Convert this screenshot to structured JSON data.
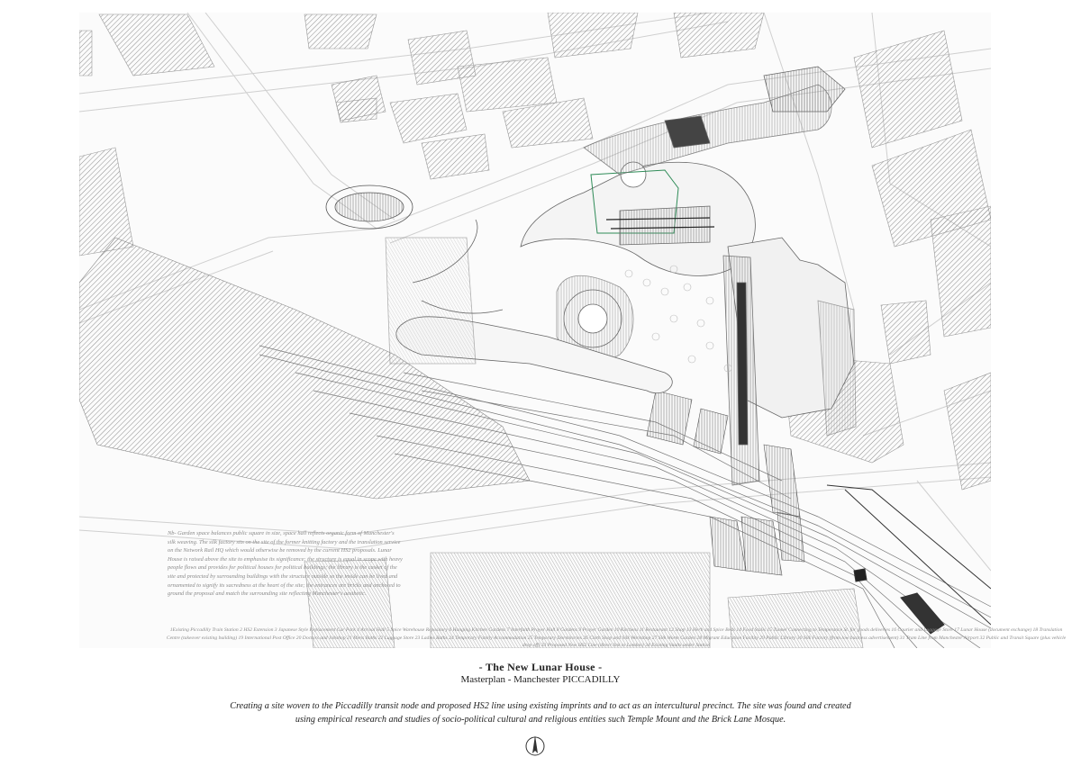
{
  "sidenote": "Nb- Garden space balances public square in size, space hall reflects organic form of Manchester's silk weaving. The silk factory sits on the site of the former knitting factory and the translation service on the Network Rail HQ which would otherwise be removed by the current HS2 proposals. Lunar House is raised above the site to emphasise its significance; the structure is equal in scope with heavy people flows and provides for political houses for political buildings; the library is the casket of the site and protected by surrounding buildings with the structure outside so the inside can be lived and ornamented to signify its sacredness at the heart of the site; the entrances are bricks and anchored to ground the proposal and match the surrounding site reflecting Manchester's aesthetic.",
  "legend": "1Existing Piccadilly Train Station   2 HS2 Extension   3 Japanese Style Replacement Car Park   4 Arrival Hall   5 Spice Warehouse Repository   6 Hanging Kitchen Gardens   7 Interfaith Prayer Hall   8 Gardens   9 Prayer Garden   10 Kitchens   11 Restaurant   12 Shop   13 Herb and Spice Beds   14 Food Stalls   15 Tunnel Connecting to Temperance St. for goods deliveries   16 Courier and Luggage Store   17 Lunar House (document exchange)   18 Translation Centre (takeover existing building)   19 International Post Office   20 Doctors and Jobshop   21 Mens Baths   22 Luggage Store   23 Ladies Baths   24 Temporary Family Accommodation   25 Temporary Dormitories   26 Cloth Shop and Silk Workshop   27 Silk Worm Garden   28 Migrant Education Facility   29 Public Library   30 Silk Factory (from low business advertisement)   31 Tram Line from Manchester Airport   32 Public and Transit Square (plus vehicle drop off)   33 Proposed New HS2 Line (direct link to London)   34 Existing Vaults under Station",
  "title": "- The New Lunar House -",
  "subtitle": "Masterplan - Manchester PICCADILLY",
  "description_line1": "Creating a site woven to the Piccadilly transit node and proposed HS2 line using existing imprints and to act as an intercultural precinct. The site was found and created",
  "description_line2": "using empirical research and studies of socio-political cultural and religious entities such Temple Mount and the Brick Lane Mosque.",
  "icons": {
    "north_arrow": "north-arrow-icon"
  },
  "colors": {
    "line": "#555555",
    "hatch": "#9a9a9a",
    "accent": "#2e8b57",
    "dark": "#333333"
  }
}
